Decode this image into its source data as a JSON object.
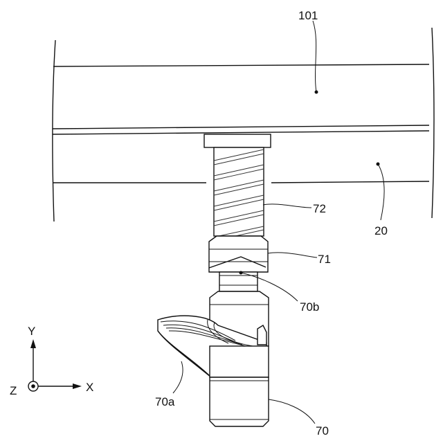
{
  "figure": {
    "labels": {
      "plate_101": "101",
      "plate_20": "20",
      "screw_72": "72",
      "nut_71": "71",
      "shaft_70b": "70b",
      "tool_70a": "70a",
      "holder_70": "70"
    },
    "axes": {
      "y": "Y",
      "x": "X",
      "z": "Z"
    }
  }
}
